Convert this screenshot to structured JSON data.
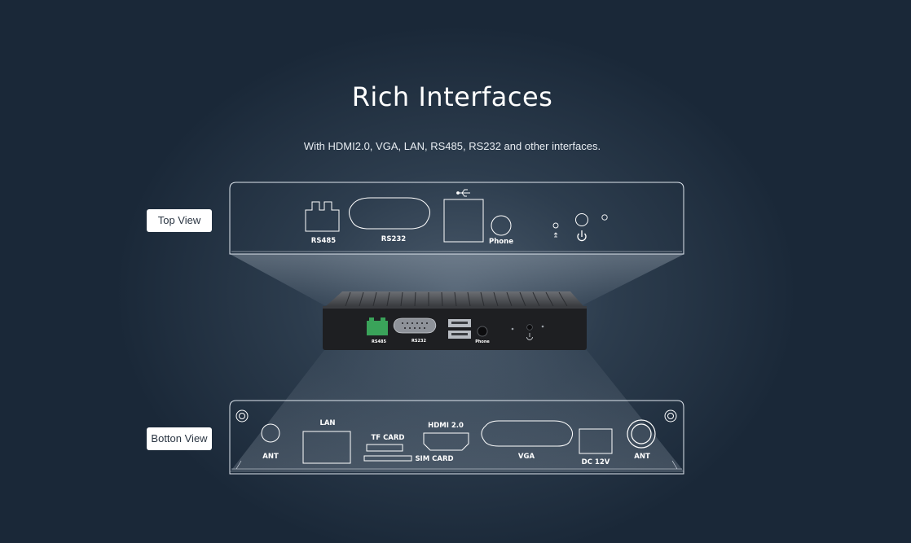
{
  "title": "Rich Interfaces",
  "subtitle": "With HDMI2.0, VGA, LAN, RS485, RS232 and other interfaces.",
  "top_view": {
    "label": "Top View",
    "ports": {
      "rs485": "RS485",
      "rs232": "RS232",
      "phone": "Phone"
    }
  },
  "device": {
    "labels": {
      "rs485": "RS485",
      "rs232": "RS232",
      "phone": "Phone"
    }
  },
  "bottom_view": {
    "label": "Botton View",
    "ports": {
      "ant_left": "ANT",
      "lan": "LAN",
      "tf_card": "TF CARD",
      "sim_card": "SIM CARD",
      "hdmi": "HDMI 2.0",
      "vga": "VGA",
      "dc": "DC 12V",
      "ant_right": "ANT"
    }
  },
  "colors": {
    "background": "#1a2838",
    "panel_stroke": "#dfe6ee",
    "device": "#1e1f22"
  }
}
